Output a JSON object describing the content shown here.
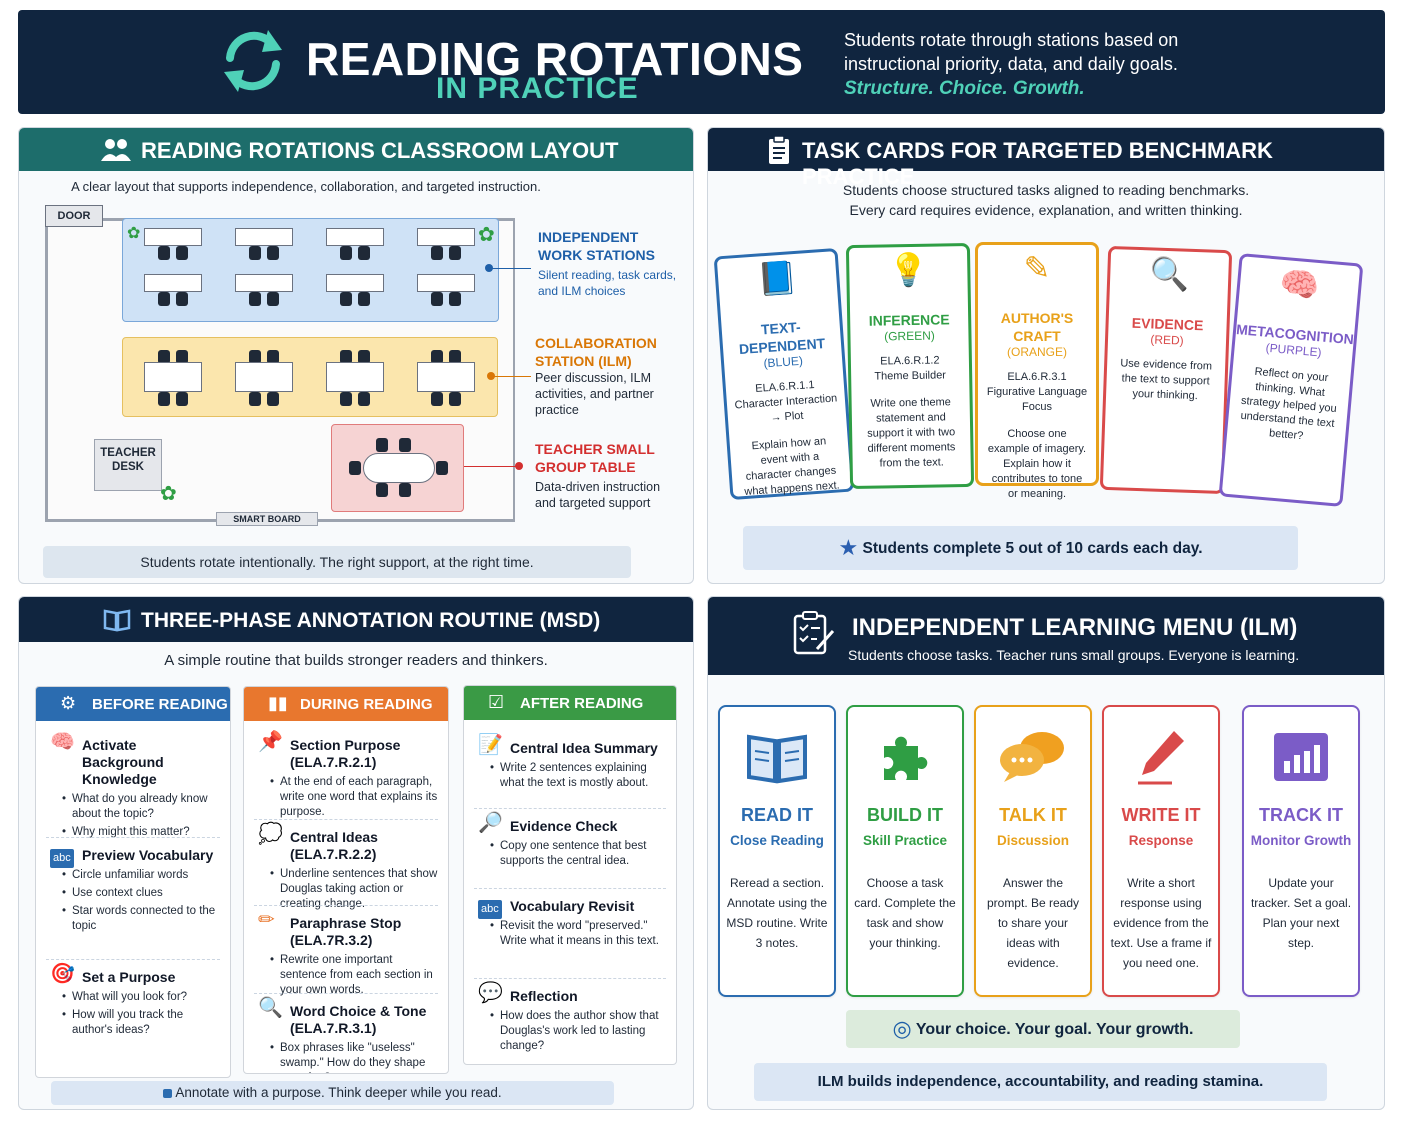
{
  "header": {
    "title": "READING ROTATIONS",
    "subtitle": "IN PRACTICE",
    "description_line1": "Students rotate through stations based on",
    "description_line2": "instructional priority, data, and daily goals.",
    "tagline": "Structure. Choice. Growth."
  },
  "layout_panel": {
    "title": "READING ROTATIONS CLASSROOM LAYOUT",
    "subtitle": "A clear layout that supports independence, collaboration, and targeted instruction.",
    "door": "DOOR",
    "teacher_desk_line1": "TEACHER",
    "teacher_desk_line2": "DESK",
    "smart_board": "SMART BOARD",
    "zones": {
      "independent": {
        "title_line1": "INDEPENDENT",
        "title_line2": "WORK STATIONS",
        "desc_line1": "Silent reading, task cards,",
        "desc_line2": "and ILM choices"
      },
      "collaboration": {
        "title_line1": "COLLABORATION",
        "title_line2": "STATION (ILM)",
        "desc_line1": "Peer discussion, ILM",
        "desc_line2": "activities, and partner",
        "desc_line3": "practice"
      },
      "teacher": {
        "title_line1": "TEACHER SMALL",
        "title_line2": "GROUP TABLE",
        "desc_line1": "Data-driven instruction",
        "desc_line2": "and targeted support"
      }
    },
    "footer": "Students rotate intentionally. The right support, at the right time."
  },
  "tasks_panel": {
    "title": "TASK CARDS FOR TARGETED BENCHMARK PRACTICE",
    "subtitle_line1": "Students choose structured tasks aligned to reading benchmarks.",
    "subtitle_line2": "Every card requires evidence, explanation, and written thinking.",
    "cards": [
      {
        "title": "TEXT-DEPENDENT",
        "color_name": "(BLUE)",
        "code": "ELA.6.R.1.1",
        "focus": "Character Interaction → Plot",
        "prompt": "Explain how an event with a character changes what happens next.",
        "color": "#2b6cb0"
      },
      {
        "title": "INFERENCE",
        "color_name": "(GREEN)",
        "code": "ELA.6.R.1.2",
        "focus": "Theme Builder",
        "prompt": "Write one theme statement and support it with two different moments from the text.",
        "color": "#2f9e44"
      },
      {
        "title": "AUTHOR'S CRAFT",
        "color_name": "(ORANGE)",
        "code": "ELA.6.R.3.1",
        "focus": "Figurative Language Focus",
        "prompt": "Choose one example of imagery. Explain how it contributes to tone or meaning.",
        "color": "#e8a11a"
      },
      {
        "title": "EVIDENCE",
        "color_name": "(RED)",
        "code": "",
        "focus": "",
        "prompt": "Use evidence from the text to support your thinking.",
        "color": "#d94a4a"
      },
      {
        "title": "METACOGNITION",
        "color_name": "(PURPLE)",
        "code": "",
        "focus": "",
        "prompt": "Reflect on your thinking. What strategy helped you understand the text better?",
        "color": "#7b5cc7"
      }
    ],
    "footer": "Students complete 5 out of 10 cards each day."
  },
  "annotation_panel": {
    "title": "THREE-PHASE  ANNOTATION ROUTINE (MSD)",
    "subtitle": "A simple routine that builds stronger readers and thinkers.",
    "columns": [
      {
        "header": "BEFORE READING",
        "items": [
          {
            "title": "Activate Background Knowledge",
            "bullets": [
              "What do you already know about the topic?",
              "Why might this matter?"
            ]
          },
          {
            "title": "Preview Vocabulary",
            "bullets": [
              "Circle unfamiliar words",
              "Use context clues",
              "Star words connected to the topic"
            ]
          },
          {
            "title": "Set a Purpose",
            "bullets": [
              "What will you look for?",
              "How will you track the author's ideas?"
            ]
          }
        ]
      },
      {
        "header": "DURING READING",
        "items": [
          {
            "title": "Section Purpose (ELA.7.R.2.1)",
            "bullets": [
              "At the end of each paragraph, write one word that explains its purpose."
            ]
          },
          {
            "title": "Central Ideas (ELA.7.R.2.2)",
            "bullets": [
              "Underline sentences that show Douglas taking action or creating change."
            ]
          },
          {
            "title": "Paraphrase Stop (ELA.7R.3.2)",
            "bullets": [
              "Rewrite one important sentence from each section in your own words."
            ]
          },
          {
            "title": "Word Choice & Tone (ELA.7.R.3.1)",
            "bullets": [
              "Box phrases like \"useless\" swamp.\" How do they shape meaning?"
            ]
          }
        ]
      },
      {
        "header": "AFTER READING",
        "items": [
          {
            "title": "Central Idea Summary",
            "bullets": [
              "Write 2 sentences explaining what the text is mostly about."
            ]
          },
          {
            "title": "Evidence Check",
            "bullets": [
              "Copy one sentence that best supports the central idea."
            ]
          },
          {
            "title": "Vocabulary Revisit",
            "bullets": [
              "Revisit the word \"preserved.\" Write what it means in this text."
            ]
          },
          {
            "title": "Reflection",
            "bullets": [
              "How does the author show that Douglas's work led to lasting change?"
            ]
          }
        ]
      }
    ],
    "footer": "Annotate with a purpose. Think deeper while you read."
  },
  "ilm_panel": {
    "title": "INDEPENDENT LEARNING MENU (ILM)",
    "subtitle": "Students choose tasks. Teacher runs small groups. Everyone is learning.",
    "cards": [
      {
        "title": "READ IT",
        "subtitle": "Close Reading",
        "body": "Reread a section. Annotate using the MSD routine. Write 3 notes.",
        "color": "#2b6cb0"
      },
      {
        "title": "BUILD IT",
        "subtitle": "Skill Practice",
        "body": "Choose a task card. Complete the task and show your thinking.",
        "color": "#2f9e44"
      },
      {
        "title": "TALK IT",
        "subtitle": "Discussion",
        "body": "Answer the prompt. Be ready to share your ideas with evidence.",
        "color": "#e8a11a"
      },
      {
        "title": "WRITE IT",
        "subtitle": "Response",
        "body": "Write a short response using evidence from the text. Use a frame if you need one.",
        "color": "#d94a4a"
      },
      {
        "title": "TRACK IT",
        "subtitle": "Monitor Growth",
        "body": "Update your tracker. Set a goal. Plan your next step.",
        "color": "#7b5cc7"
      }
    ],
    "banner1": "Your choice. Your goal. Your growth.",
    "banner2": "ILM builds independence, accountability, and reading stamina."
  },
  "colors": {
    "navy": "#10253f",
    "teal": "#1d6d6b",
    "accent_teal": "#4fd1b8"
  }
}
